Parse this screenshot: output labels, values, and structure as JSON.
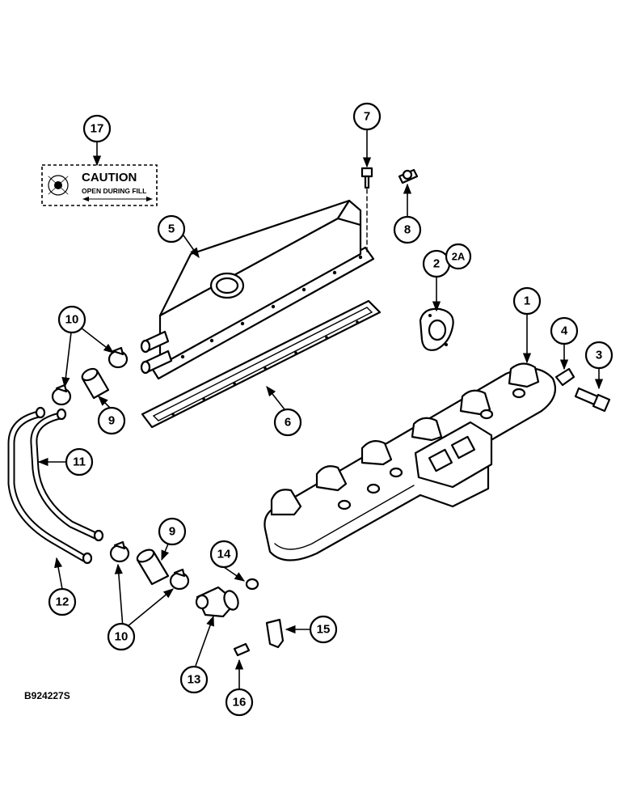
{
  "callouts": {
    "c1": "1",
    "c2": "2",
    "c2a": "2A",
    "c3": "3",
    "c4": "4",
    "c5": "5",
    "c6": "6",
    "c7": "7",
    "c8": "8",
    "c9a": "9",
    "c9b": "9",
    "c10a": "10",
    "c10b": "10",
    "c11": "11",
    "c12": "12",
    "c13": "13",
    "c14": "14",
    "c15": "15",
    "c16": "16",
    "c17": "17"
  },
  "decal": {
    "title": "CAUTION",
    "subtitle": "OPEN DURING FILL"
  },
  "figure_ref": "B924227S"
}
